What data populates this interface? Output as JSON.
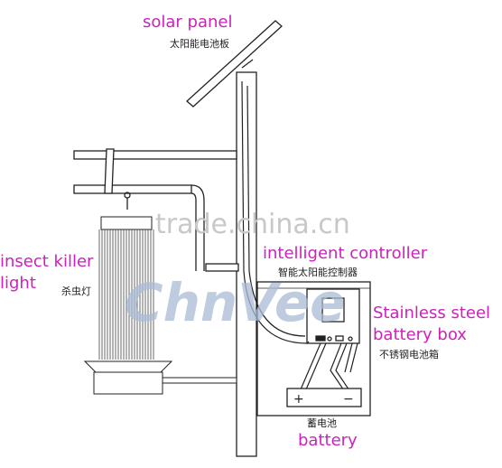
{
  "labels": {
    "solar_panel_en": "solar panel",
    "solar_panel_cn": "太阳能电池板",
    "insect_killer_en_1": "insect killer",
    "insect_killer_en_2": "light",
    "insect_killer_cn": "杀虫灯",
    "controller_en": "intelligent controller",
    "controller_cn": "智能太阳能控制器",
    "battery_box_en_1": "Stainless steel",
    "battery_box_en_2": "battery box",
    "battery_box_cn": "不锈钢电池箱",
    "battery_en": "battery",
    "battery_cn": "蓄电池",
    "battery_plus": "+",
    "battery_minus": "−"
  },
  "watermarks": {
    "site": "trade.china.cn",
    "brand": "ChnVee"
  },
  "colors": {
    "label_accent": "#cc22bb",
    "line": "#222222",
    "watermark_site": "#c8c8c8",
    "watermark_brand": "#aabbd6"
  }
}
